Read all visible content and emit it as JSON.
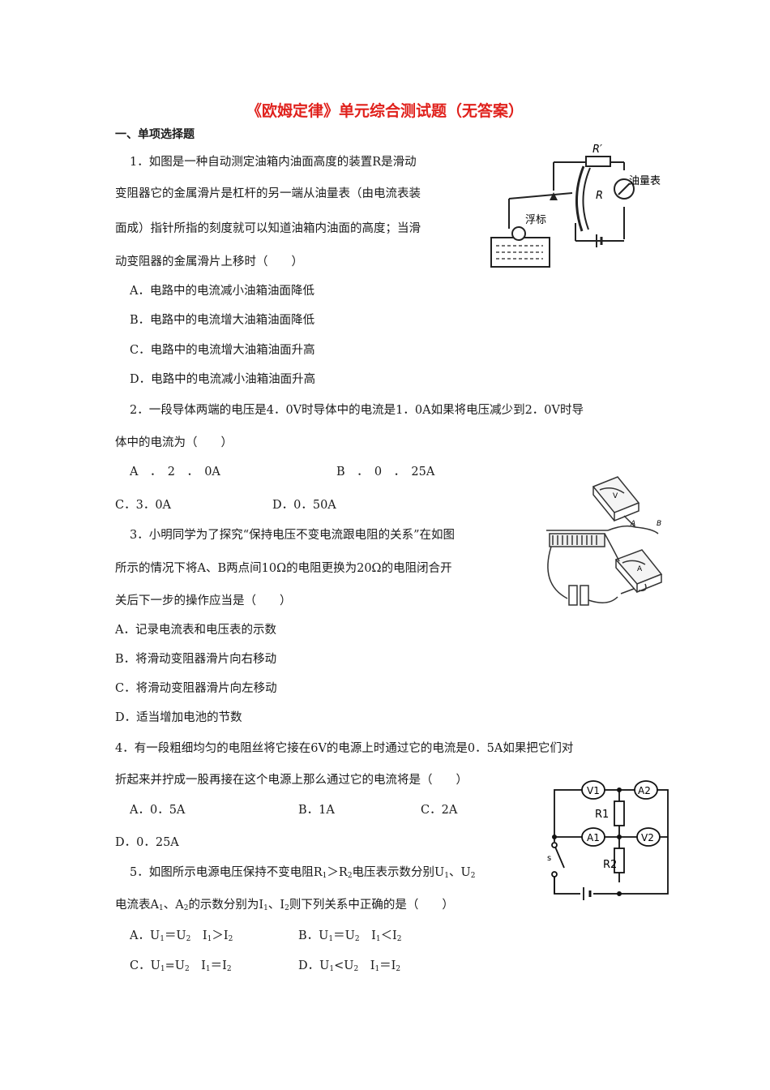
{
  "title": "《欧姆定律》单元综合测试题（无答案）",
  "section": "一、单项选择题",
  "q1": {
    "lines": [
      "1．如图是一种自动测定油箱内油面高度的装置R是滑动",
      "变阻器它的金属滑片是杠杆的另一端从油量表（由电流表装",
      "面成）指针所指的刻度就可以知道油箱内油面的高度；当滑",
      "动变阻器的金属滑片上移时（　　）"
    ],
    "options": [
      "A．电路中的电流减小油箱油面降低",
      "B．电路中的电流增大油箱油面降低",
      "C．电路中的电流增大油箱油面升高",
      "D．电路中的电流减小油箱油面升高"
    ],
    "figure": {
      "r_prime": "R′",
      "r": "R",
      "meter": "油量表",
      "float": "浮标"
    }
  },
  "q2": {
    "lines": [
      "2．一段导体两端的电压是4．0V时导体中的电流是1．0A如果将电压减少到2．0V时导",
      "体中的电流为（　　）"
    ],
    "options": [
      "A　．　2　．　0A",
      "B　．　0　．　25A",
      "C．3．0A",
      "D．0．50A"
    ],
    "figure": {
      "v": "V",
      "a": "A",
      "b": "B",
      "ammeter": "A"
    }
  },
  "q3": {
    "lines": [
      "3．小明同学为了探究“保持电压不变电流跟电阻的关系”在如图",
      "所示的情况下将A、B两点间10Ω的电阻更换为20Ω的电阻闭合开",
      "关后下一步的操作应当是（　　）"
    ],
    "options": [
      "A．记录电流表和电压表的示数",
      "B．将滑动变阻器滑片向右移动",
      "C．将滑动变阻器滑片向左移动",
      "D．适当增加电池的节数"
    ]
  },
  "q4": {
    "lines": [
      "4．有一段粗细均匀的电阻丝将它接在6V的电源上时通过它的电流是0．5A如果把它们对",
      "折起来并拧成一股再接在这个电源上那么通过它的电流将是（　　）"
    ],
    "options": [
      "A．0．5A",
      "B．1A",
      "C．2A",
      "D．0．25A"
    ],
    "figure": {
      "v1": "V1",
      "a2": "A2",
      "r1": "R1",
      "a1": "A1",
      "v2": "V2",
      "s": "s",
      "r2": "R2"
    }
  },
  "q5": {
    "line1": [
      "5．如图所示电源电压保持不变电阻R",
      "1",
      "＞R",
      "2",
      "电压表示数分别U",
      "1",
      "、U",
      "2"
    ],
    "line2": [
      "电流表A",
      "1",
      "、A",
      "2",
      "的示数分别为I",
      "1",
      "、I",
      "2",
      "则下列关系中正确的是（　　）"
    ],
    "optA": [
      "A．U",
      "1",
      "＝U",
      "2",
      "　I",
      "1",
      "＞I",
      "2"
    ],
    "optB": [
      "B．U",
      "1",
      "＝U",
      "2",
      "　I",
      "1",
      "＜I",
      "2"
    ],
    "optC": [
      "C．U",
      "1",
      "=U",
      "2",
      "　I",
      "1",
      "＝I",
      "2"
    ],
    "optD": [
      "D．U",
      "1",
      "<U",
      "2",
      "　I",
      "1",
      "＝I",
      "2"
    ]
  }
}
